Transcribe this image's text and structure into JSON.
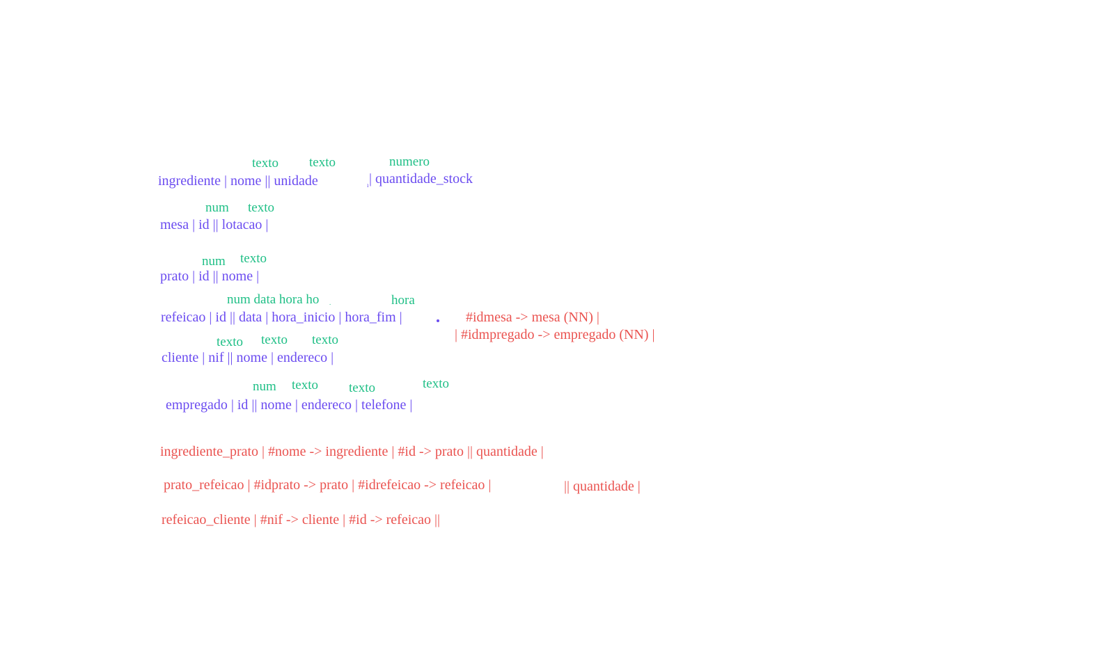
{
  "colors": {
    "relation": "#6b4cf0",
    "foreign_key": "#ea5350",
    "type_annotation": "#1fbf86",
    "background": "#ffffff"
  },
  "ingrediente": {
    "type_nome": "texto",
    "type_unidade": "texto",
    "type_quantidade": "numero",
    "schema": "ingrediente | nome || unidade",
    "tick": "ı",
    "schema_tail": "| quantidade_stock"
  },
  "mesa": {
    "type_id": "num",
    "type_lotacao": "texto",
    "schema": "mesa | id || lotacao |"
  },
  "prato": {
    "type_id": "num",
    "type_nome": "texto",
    "schema": "prato | id || nome |"
  },
  "refeicao": {
    "types_left": "num data hora ho",
    "types_left_tail": ".",
    "type_hora_fim": "hora",
    "schema": "refeicao | id || data | hora_inicio | hora_fim |",
    "fk_mesa": "#idmesa -> mesa (NN) |",
    "fk_empregado": "| #idmpregado -> empregado (NN) |"
  },
  "cliente": {
    "type_nif": "texto",
    "type_nome": "texto",
    "type_endereco": "texto",
    "schema": "cliente | nif || nome | endereco |"
  },
  "empregado": {
    "type_id": "num",
    "type_nome": "texto",
    "type_endereco": "texto",
    "type_telefone": "texto",
    "schema": "empregado | id || nome | endereco | telefone |"
  },
  "ingrediente_prato": {
    "schema": "ingrediente_prato | #nome -> ingrediente | #id -> prato || quantidade |"
  },
  "prato_refeicao": {
    "schema": "prato_refeicao | #idprato -> prato | #idrefeicao -> refeicao |",
    "schema_tail": "|| quantidade |"
  },
  "refeicao_cliente": {
    "schema": "refeicao_cliente | #nif -> cliente | #id -> refeicao ||"
  }
}
